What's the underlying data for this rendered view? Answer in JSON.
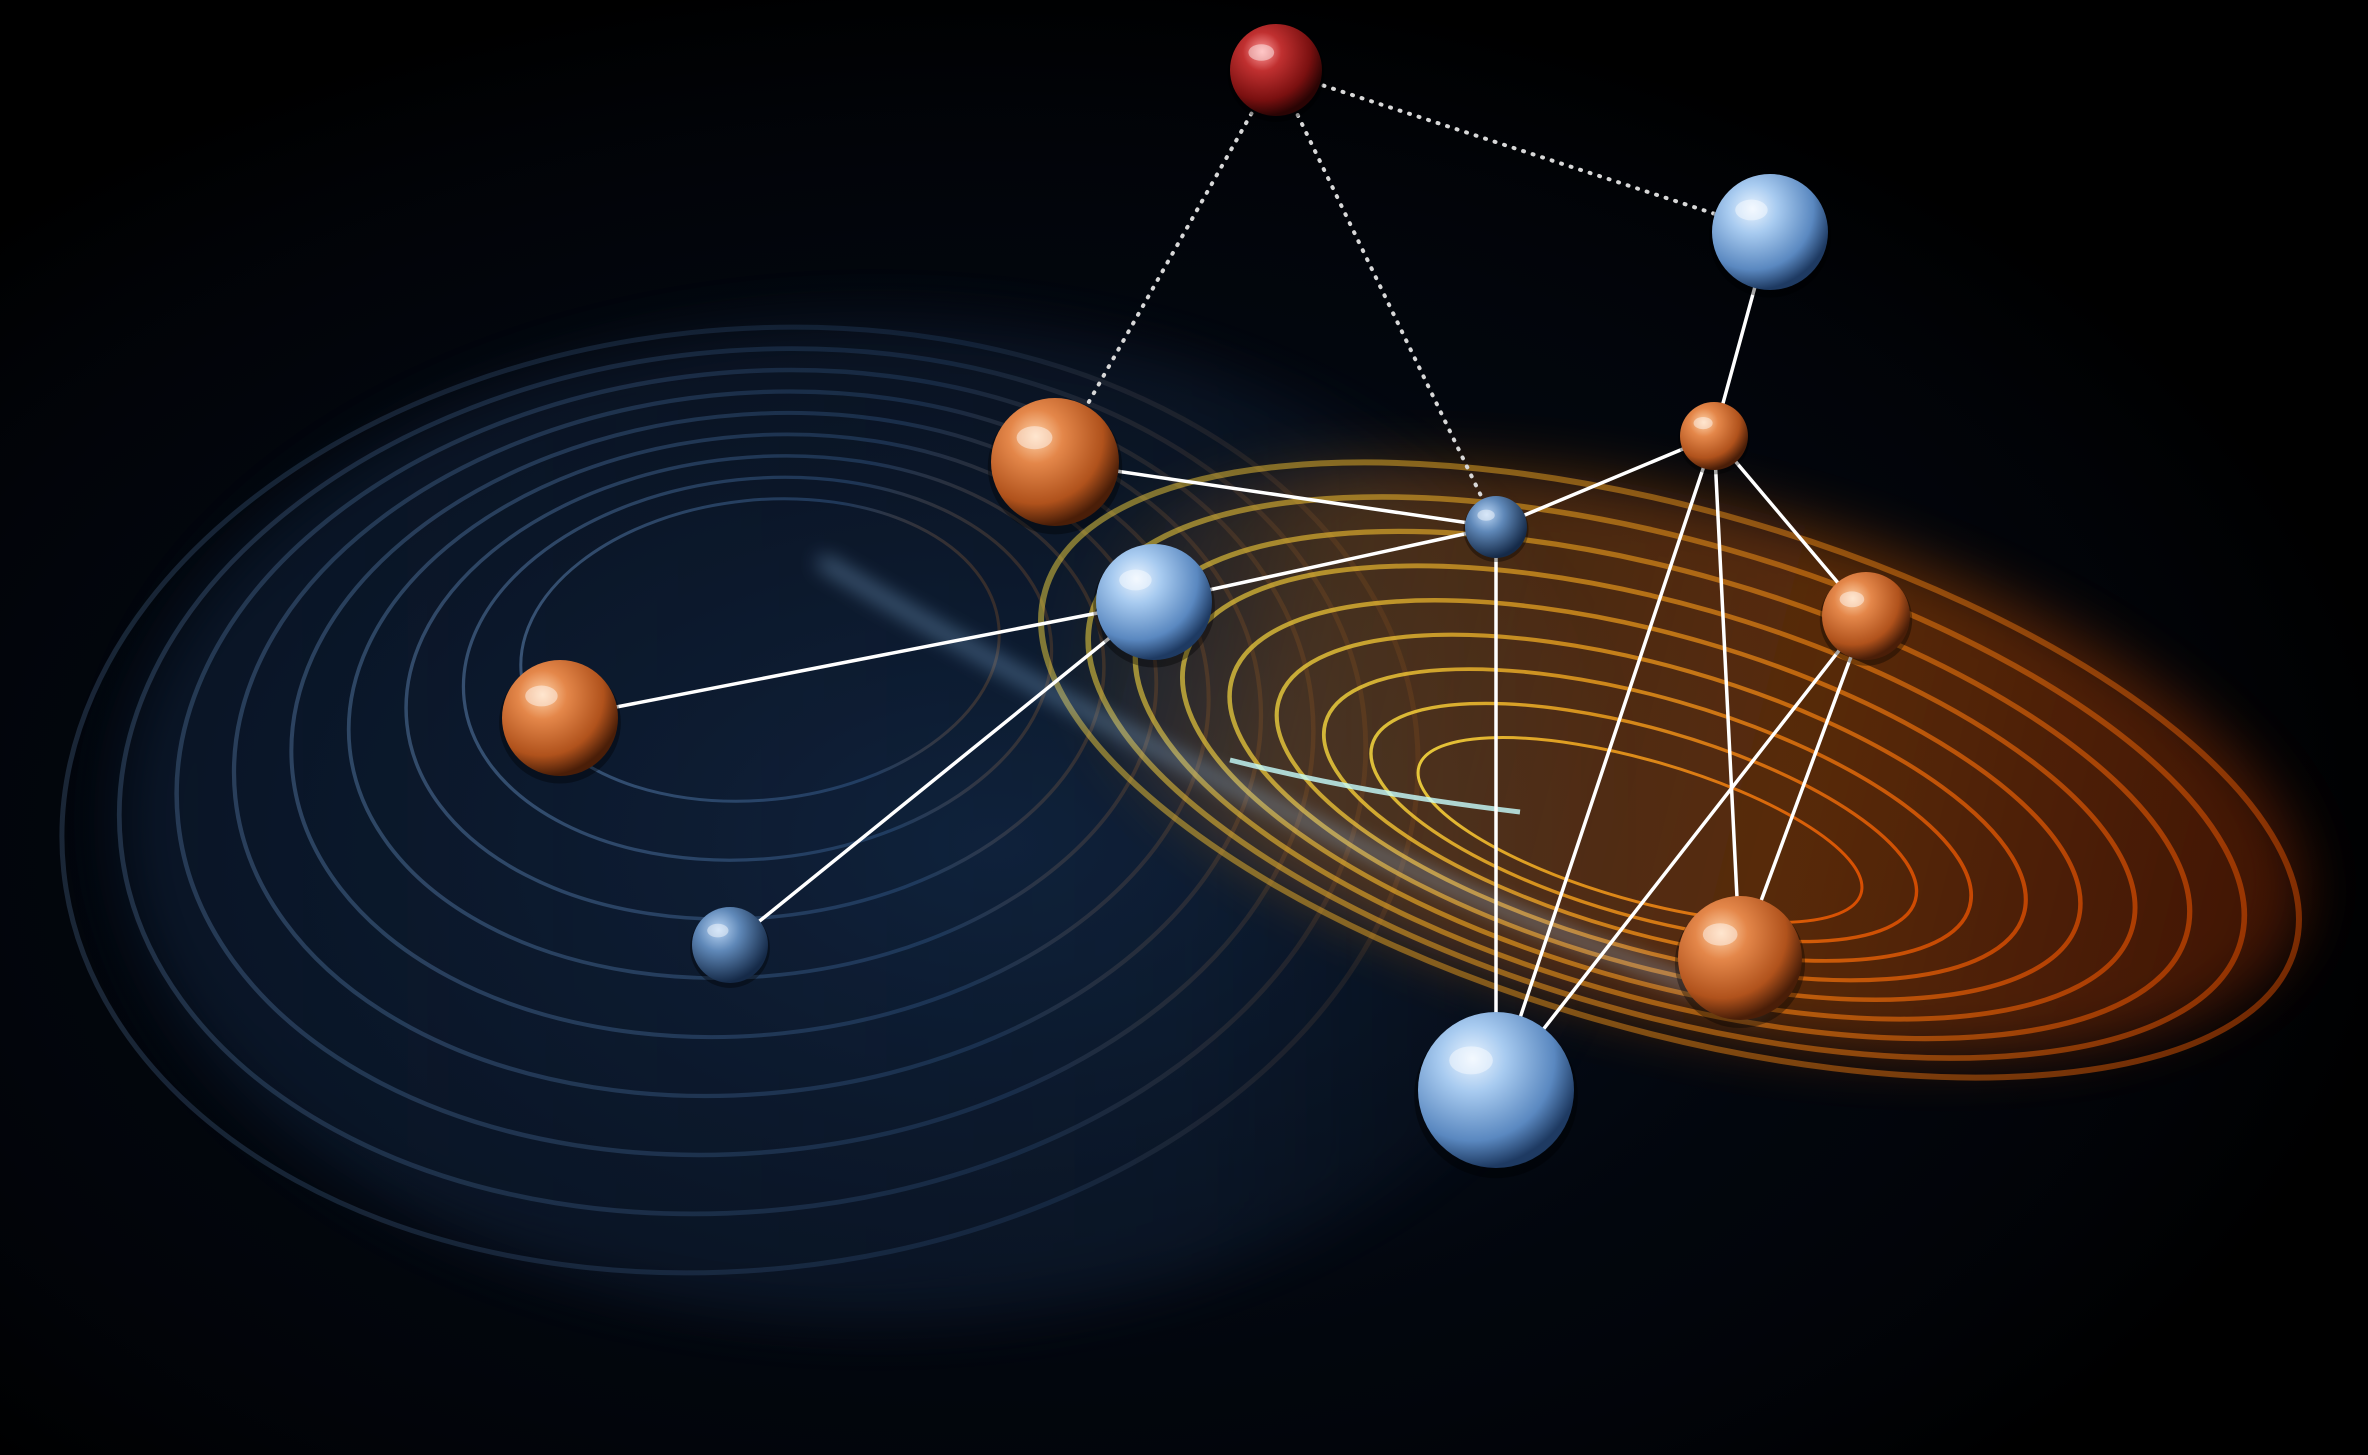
{
  "palette": {
    "background": "#000000",
    "background_glow": "#06101f",
    "blue_lobe": "#4a7fbf",
    "blue_lobe_bright": "#7fb0e8",
    "orange_lobe": "#ff7a10",
    "yellow_core": "#ffd23a",
    "node_blue": "#8fb8e6",
    "node_orange": "#c8682c",
    "node_red": "#8e1414",
    "edge_solid": "#ffffff",
    "edge_dotted": "#d8d8d8"
  },
  "attractor": {
    "left_lobe_color": "blue",
    "right_lobe_color": "orange",
    "ring_count": 9
  },
  "network": {
    "nodes": [
      {
        "id": "n_top",
        "color": "red"
      },
      {
        "id": "n_top_right",
        "color": "blue"
      },
      {
        "id": "n_mid_orange_left",
        "color": "orange"
      },
      {
        "id": "n_mid_orange_right",
        "color": "orange"
      },
      {
        "id": "n_center_small_blue",
        "color": "blue"
      },
      {
        "id": "n_center_blue",
        "color": "blue"
      },
      {
        "id": "n_left_orange",
        "color": "orange"
      },
      {
        "id": "n_right_orange",
        "color": "orange"
      },
      {
        "id": "n_lower_left_blue",
        "color": "blue"
      },
      {
        "id": "n_lower_right_orange",
        "color": "orange"
      },
      {
        "id": "n_bottom_blue",
        "color": "blue"
      }
    ],
    "edges": [
      {
        "from": "n_top",
        "to": "n_top_right",
        "style": "dotted"
      },
      {
        "from": "n_top",
        "to": "n_mid_orange_left",
        "style": "dotted"
      },
      {
        "from": "n_top",
        "to": "n_center_small_blue",
        "style": "dotted"
      },
      {
        "from": "n_top_right",
        "to": "n_mid_orange_right",
        "style": "solid"
      },
      {
        "from": "n_mid_orange_right",
        "to": "n_center_small_blue",
        "style": "solid"
      },
      {
        "from": "n_mid_orange_right",
        "to": "n_right_orange",
        "style": "solid"
      },
      {
        "from": "n_mid_orange_right",
        "to": "n_lower_right_orange",
        "style": "solid"
      },
      {
        "from": "n_mid_orange_right",
        "to": "n_bottom_blue",
        "style": "solid"
      },
      {
        "from": "n_mid_orange_left",
        "to": "n_center_small_blue",
        "style": "solid"
      },
      {
        "from": "n_center_small_blue",
        "to": "n_center_blue",
        "style": "solid"
      },
      {
        "from": "n_center_small_blue",
        "to": "n_bottom_blue",
        "style": "solid"
      },
      {
        "from": "n_center_blue",
        "to": "n_left_orange",
        "style": "solid"
      },
      {
        "from": "n_center_blue",
        "to": "n_lower_left_blue",
        "style": "solid"
      },
      {
        "from": "n_right_orange",
        "to": "n_lower_right_orange",
        "style": "solid"
      },
      {
        "from": "n_right_orange",
        "to": "n_bottom_blue",
        "style": "solid"
      }
    ]
  }
}
